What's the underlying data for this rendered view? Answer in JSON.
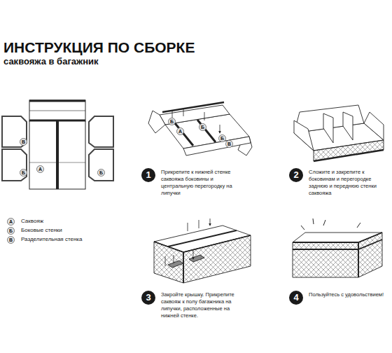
{
  "diagram": {
    "title": "ИНСТРУКЦИЯ ПО СБОРКЕ",
    "nodes": [
      {
        "text": [
          "1",
          "Прикрепите к нижней стенке саквояжа боковины и центральную перегородку на липучки"
        ]
      },
      {
        "text": [
          "2",
          "Сложите и закрепите к боковинам и перегородке заднюю и переднюю стенки саквояжа"
        ]
      },
      {
        "text": [
          "3",
          "Закройте крышку. Прикрепите саквояж к полу багажника на липучки, расположенные на нижней стенке."
        ]
      },
      {
        "text": [
          "4",
          "Пользуйтесь с удовольствием!"
        ]
      }
    ],
    "labels": [
      "саквояжа в багажник",
      "В",
      "Б",
      "А",
      "Б",
      "А",
      "Б",
      "В",
      "Б",
      "А",
      "Б",
      "Б",
      "В"
    ],
    "legend": [
      {
        "text": "Саквояж"
      },
      {
        "text": "Боковые стенки"
      },
      {
        "text": "Разделительная стенка"
      }
    ]
  }
}
